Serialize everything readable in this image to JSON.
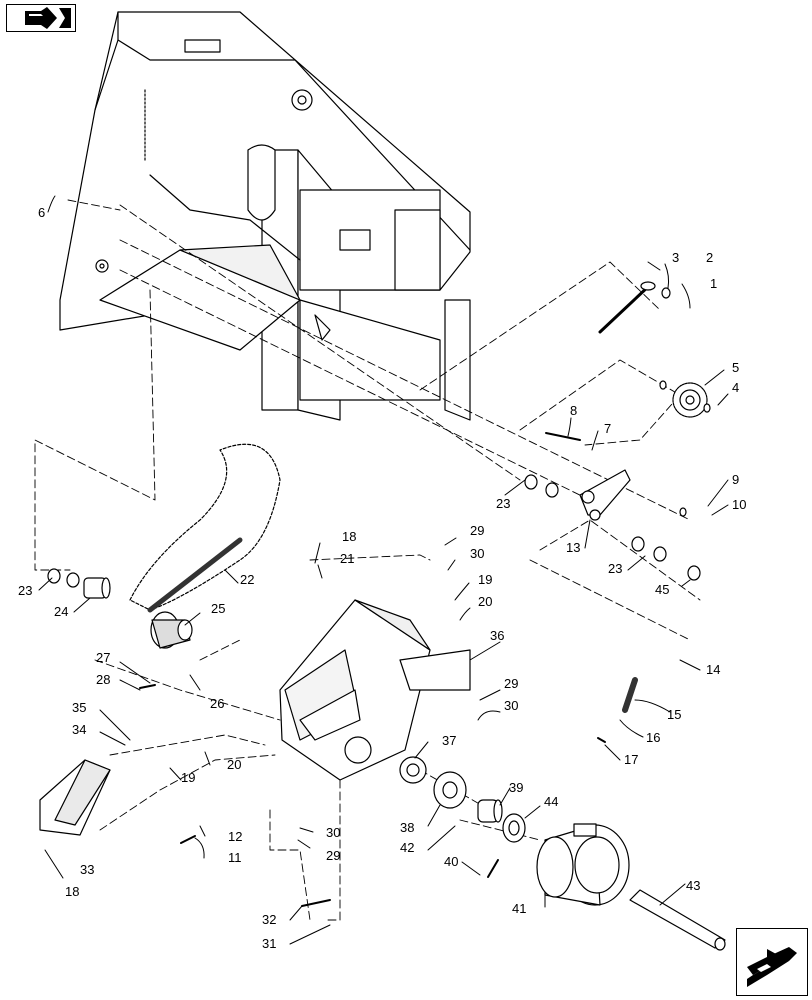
{
  "diagram": {
    "callouts": [
      "1",
      "2",
      "3",
      "4",
      "5",
      "6",
      "7",
      "8",
      "9",
      "10",
      "11",
      "12",
      "13",
      "14",
      "15",
      "16",
      "17",
      "18",
      "18",
      "19",
      "19",
      "20",
      "20",
      "21",
      "22",
      "23",
      "23",
      "23",
      "24",
      "25",
      "26",
      "27",
      "28",
      "29",
      "29",
      "29",
      "30",
      "30",
      "30",
      "31",
      "32",
      "33",
      "34",
      "35",
      "36",
      "37",
      "38",
      "39",
      "40",
      "41",
      "42",
      "43",
      "44",
      "45"
    ]
  },
  "nav": {
    "back_icon": "previous-page-icon",
    "forward_icon": "next-page-icon"
  },
  "colors": {
    "line": "#000000",
    "part_fill": "#ffffff",
    "part_shade": "#e6e6e6",
    "dark": "#222222"
  }
}
